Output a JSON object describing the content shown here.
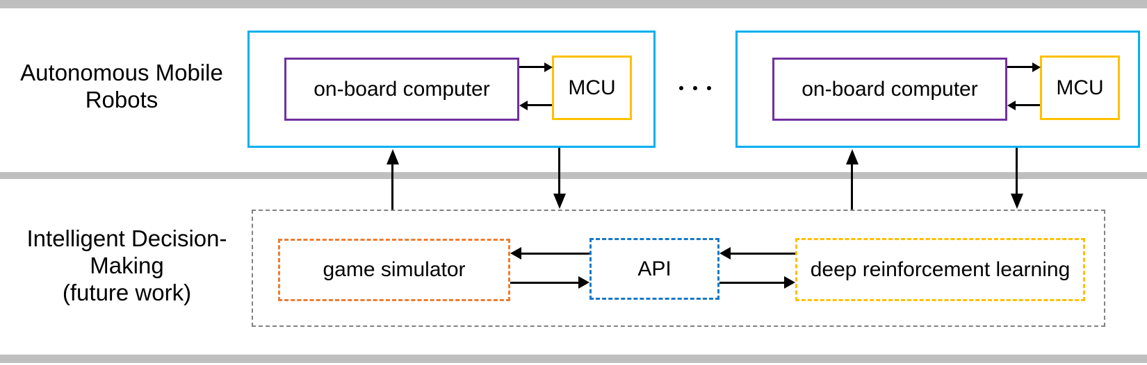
{
  "labels": {
    "autonomous": {
      "line1": "Autonomous Mobile",
      "line2": "Robots"
    },
    "decision": {
      "line1": "Intelligent Decision-",
      "line2": "Making",
      "line3": "(future work)"
    }
  },
  "robot1": {
    "computer": "on-board computer",
    "mcu": "MCU"
  },
  "robot2": {
    "computer": "on-board computer",
    "mcu": "MCU"
  },
  "decision_layer": {
    "game_simulator": "game simulator",
    "api": "API",
    "drl": "deep reinforcement learning"
  },
  "colors": {
    "robot_border": "#00b0f0",
    "computer_border": "#7030a0",
    "mcu_border": "#ffc000",
    "game_simulator_border": "#ed7d31",
    "api_border": "#1778c8",
    "drl_border": "#ffc000",
    "container_border": "#808080",
    "separator_bar": "#bfbfbf",
    "arrow": "#000000",
    "text": "#000000"
  }
}
